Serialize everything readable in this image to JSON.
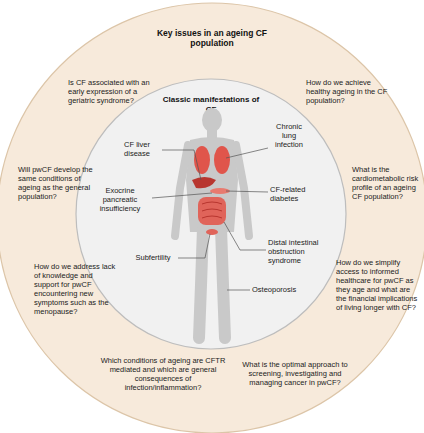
{
  "diagram": {
    "nodes": [
      {
        "text": [
          "Key issues in an ageing CF population"
        ]
      },
      {
        "text": [
          "Classic manifestations of CF"
        ],
        "in": 0
      }
    ],
    "labels": [
      "Is CF associated with an early expression of a geriatric syndrome?",
      "How do we achieve healthy ageing in the CF population?",
      "Chronic lung infection",
      "CF liver disease",
      "Will pwCF develop the same conditions of ageing as the general population?",
      "What is the cardiometabolic risk profile of an ageing CF population?",
      "Exocrine pancreatic insufficiency",
      "CF-related diabetes",
      "Distal intestinal obstruction syndrome",
      "Subfertility",
      "How do we address lack of knowledge and support for pwCF encountering new symptoms such as the menopause?",
      "How do we simplify access to informed healthcare for pwCF as they age and what are the financial implications of living longer with CF?",
      "Osteoporosis",
      "Which conditions of ageing are CFTR mediated and which are general consequences of infection/inflammation?",
      "What is the optimal approach to screening, investigating and managing cancer in pwCF?"
    ]
  }
}
